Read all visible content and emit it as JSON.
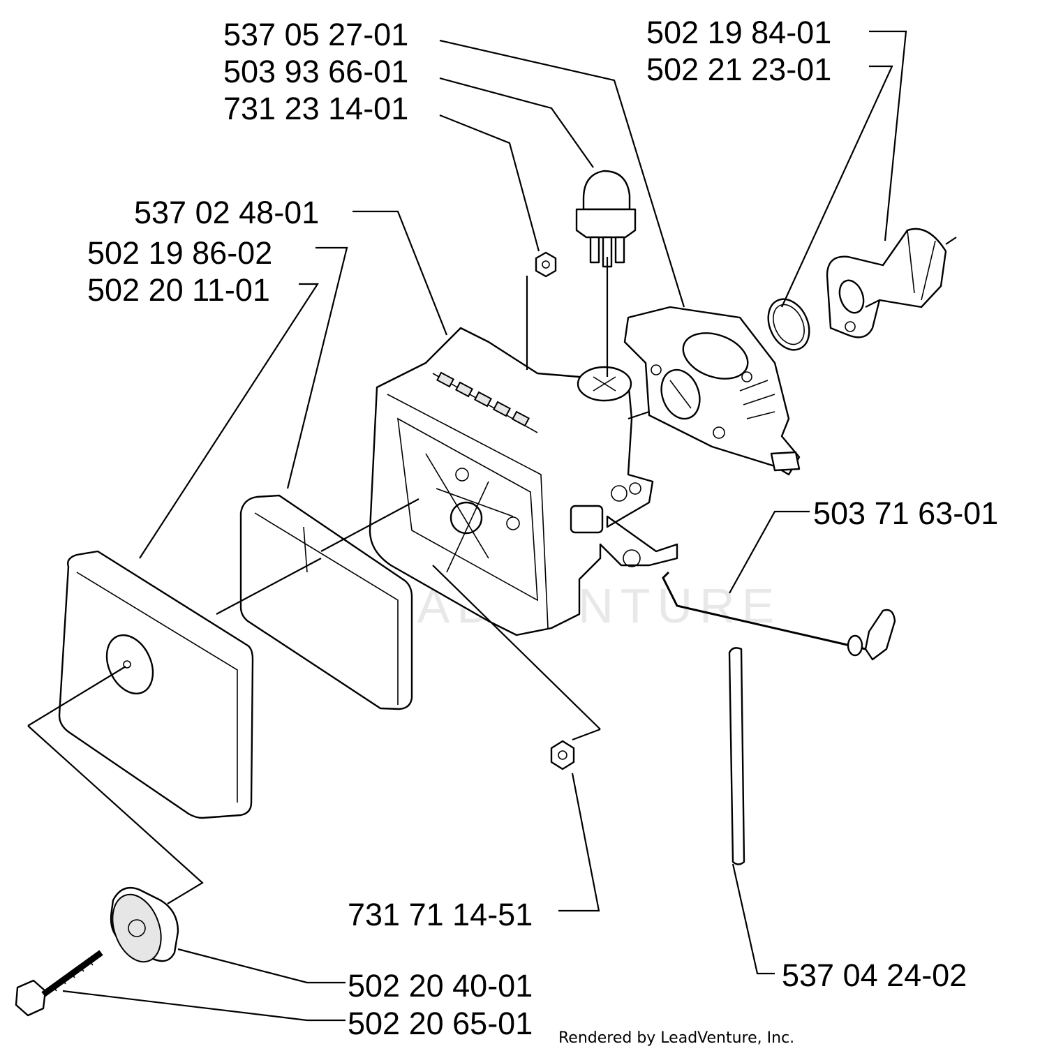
{
  "watermark": "LEADVENTURE",
  "footer_credit": "Rendered by LeadVenture, Inc.",
  "part_labels": {
    "p5370527": "537 05 27-01",
    "p5039366": "503 93 66-01",
    "p7312314": "731 23 14-01",
    "p5021984": "502 19 84-01",
    "p5022123": "502 21 23-01",
    "p5370248": "537 02 48-01",
    "p5021986": "502 19 86-02",
    "p5022011": "502 20 11-01",
    "p5037163": "503 71 63-01",
    "p7317114": "731 71 14-51",
    "p5370424": "537 04 24-02",
    "p5022040": "502 20 40-01",
    "p5022065": "502 20 65-01"
  },
  "parts": [
    {
      "name": "air-filter-cover",
      "label_key": "p5022011"
    },
    {
      "name": "air-filter",
      "label_key": "p5021986"
    },
    {
      "name": "carburetor-housing",
      "label_key": "p5370248"
    },
    {
      "name": "primer-bulb",
      "label_key": "p5039366"
    },
    {
      "name": "hex-nut-top",
      "label_key": "p7312314"
    },
    {
      "name": "carburetor",
      "label_key": "p5370527"
    },
    {
      "name": "gasket-ring",
      "label_key": "p5022123"
    },
    {
      "name": "intake-elbow",
      "label_key": "p5021984"
    },
    {
      "name": "throttle-rod",
      "label_key": "p5037163"
    },
    {
      "name": "hex-nut-bottom",
      "label_key": "p7317114"
    },
    {
      "name": "fuel-hose",
      "label_key": "p5370424"
    },
    {
      "name": "knob",
      "label_key": "p5022040"
    },
    {
      "name": "screw",
      "label_key": "p5022065"
    }
  ]
}
